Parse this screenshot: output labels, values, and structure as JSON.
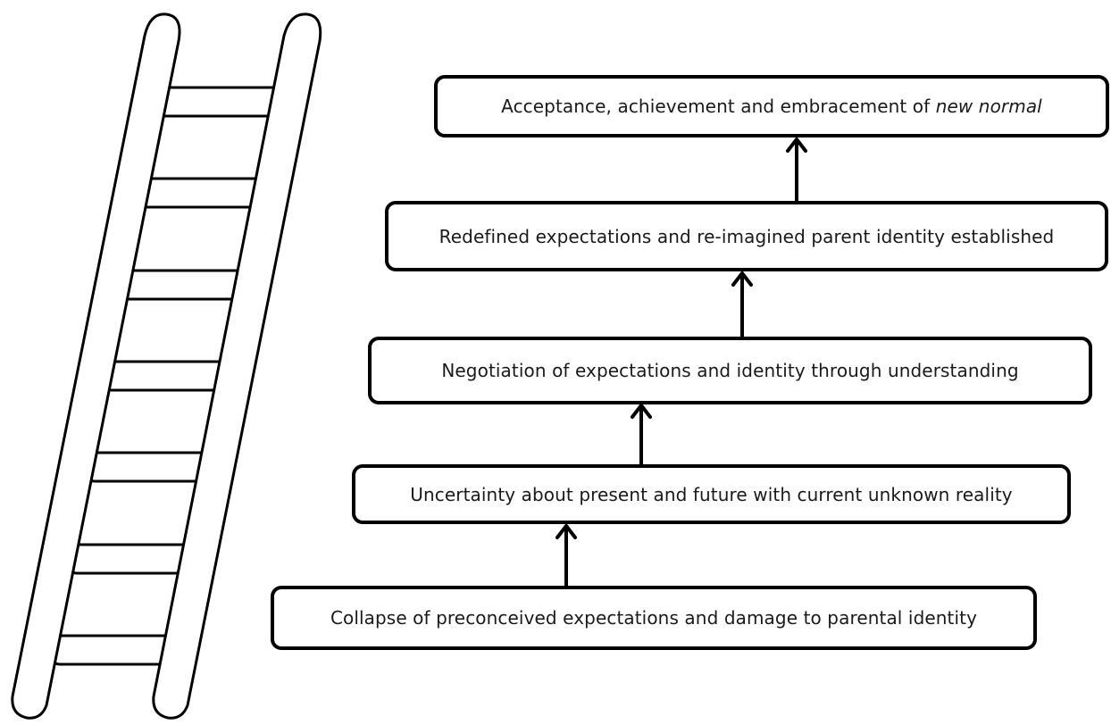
{
  "stages": [
    {
      "text": "Collapse of preconceived expectations and damage to parental identity"
    },
    {
      "text": "Uncertainty about present and future with current unknown reality"
    },
    {
      "text": "Negotiation of expectations and identity through understanding"
    },
    {
      "text": "Redefined expectations and re-imagined parent identity established"
    },
    {
      "text": "Acceptance, achievement and embracement of ",
      "emphasis": "new normal"
    }
  ],
  "icons": {
    "ladder": "ladder-icon",
    "arrow": "up-arrow-icon"
  },
  "colors": {
    "stroke": "#000000",
    "background": "#ffffff",
    "text": "#1a1a1a"
  }
}
